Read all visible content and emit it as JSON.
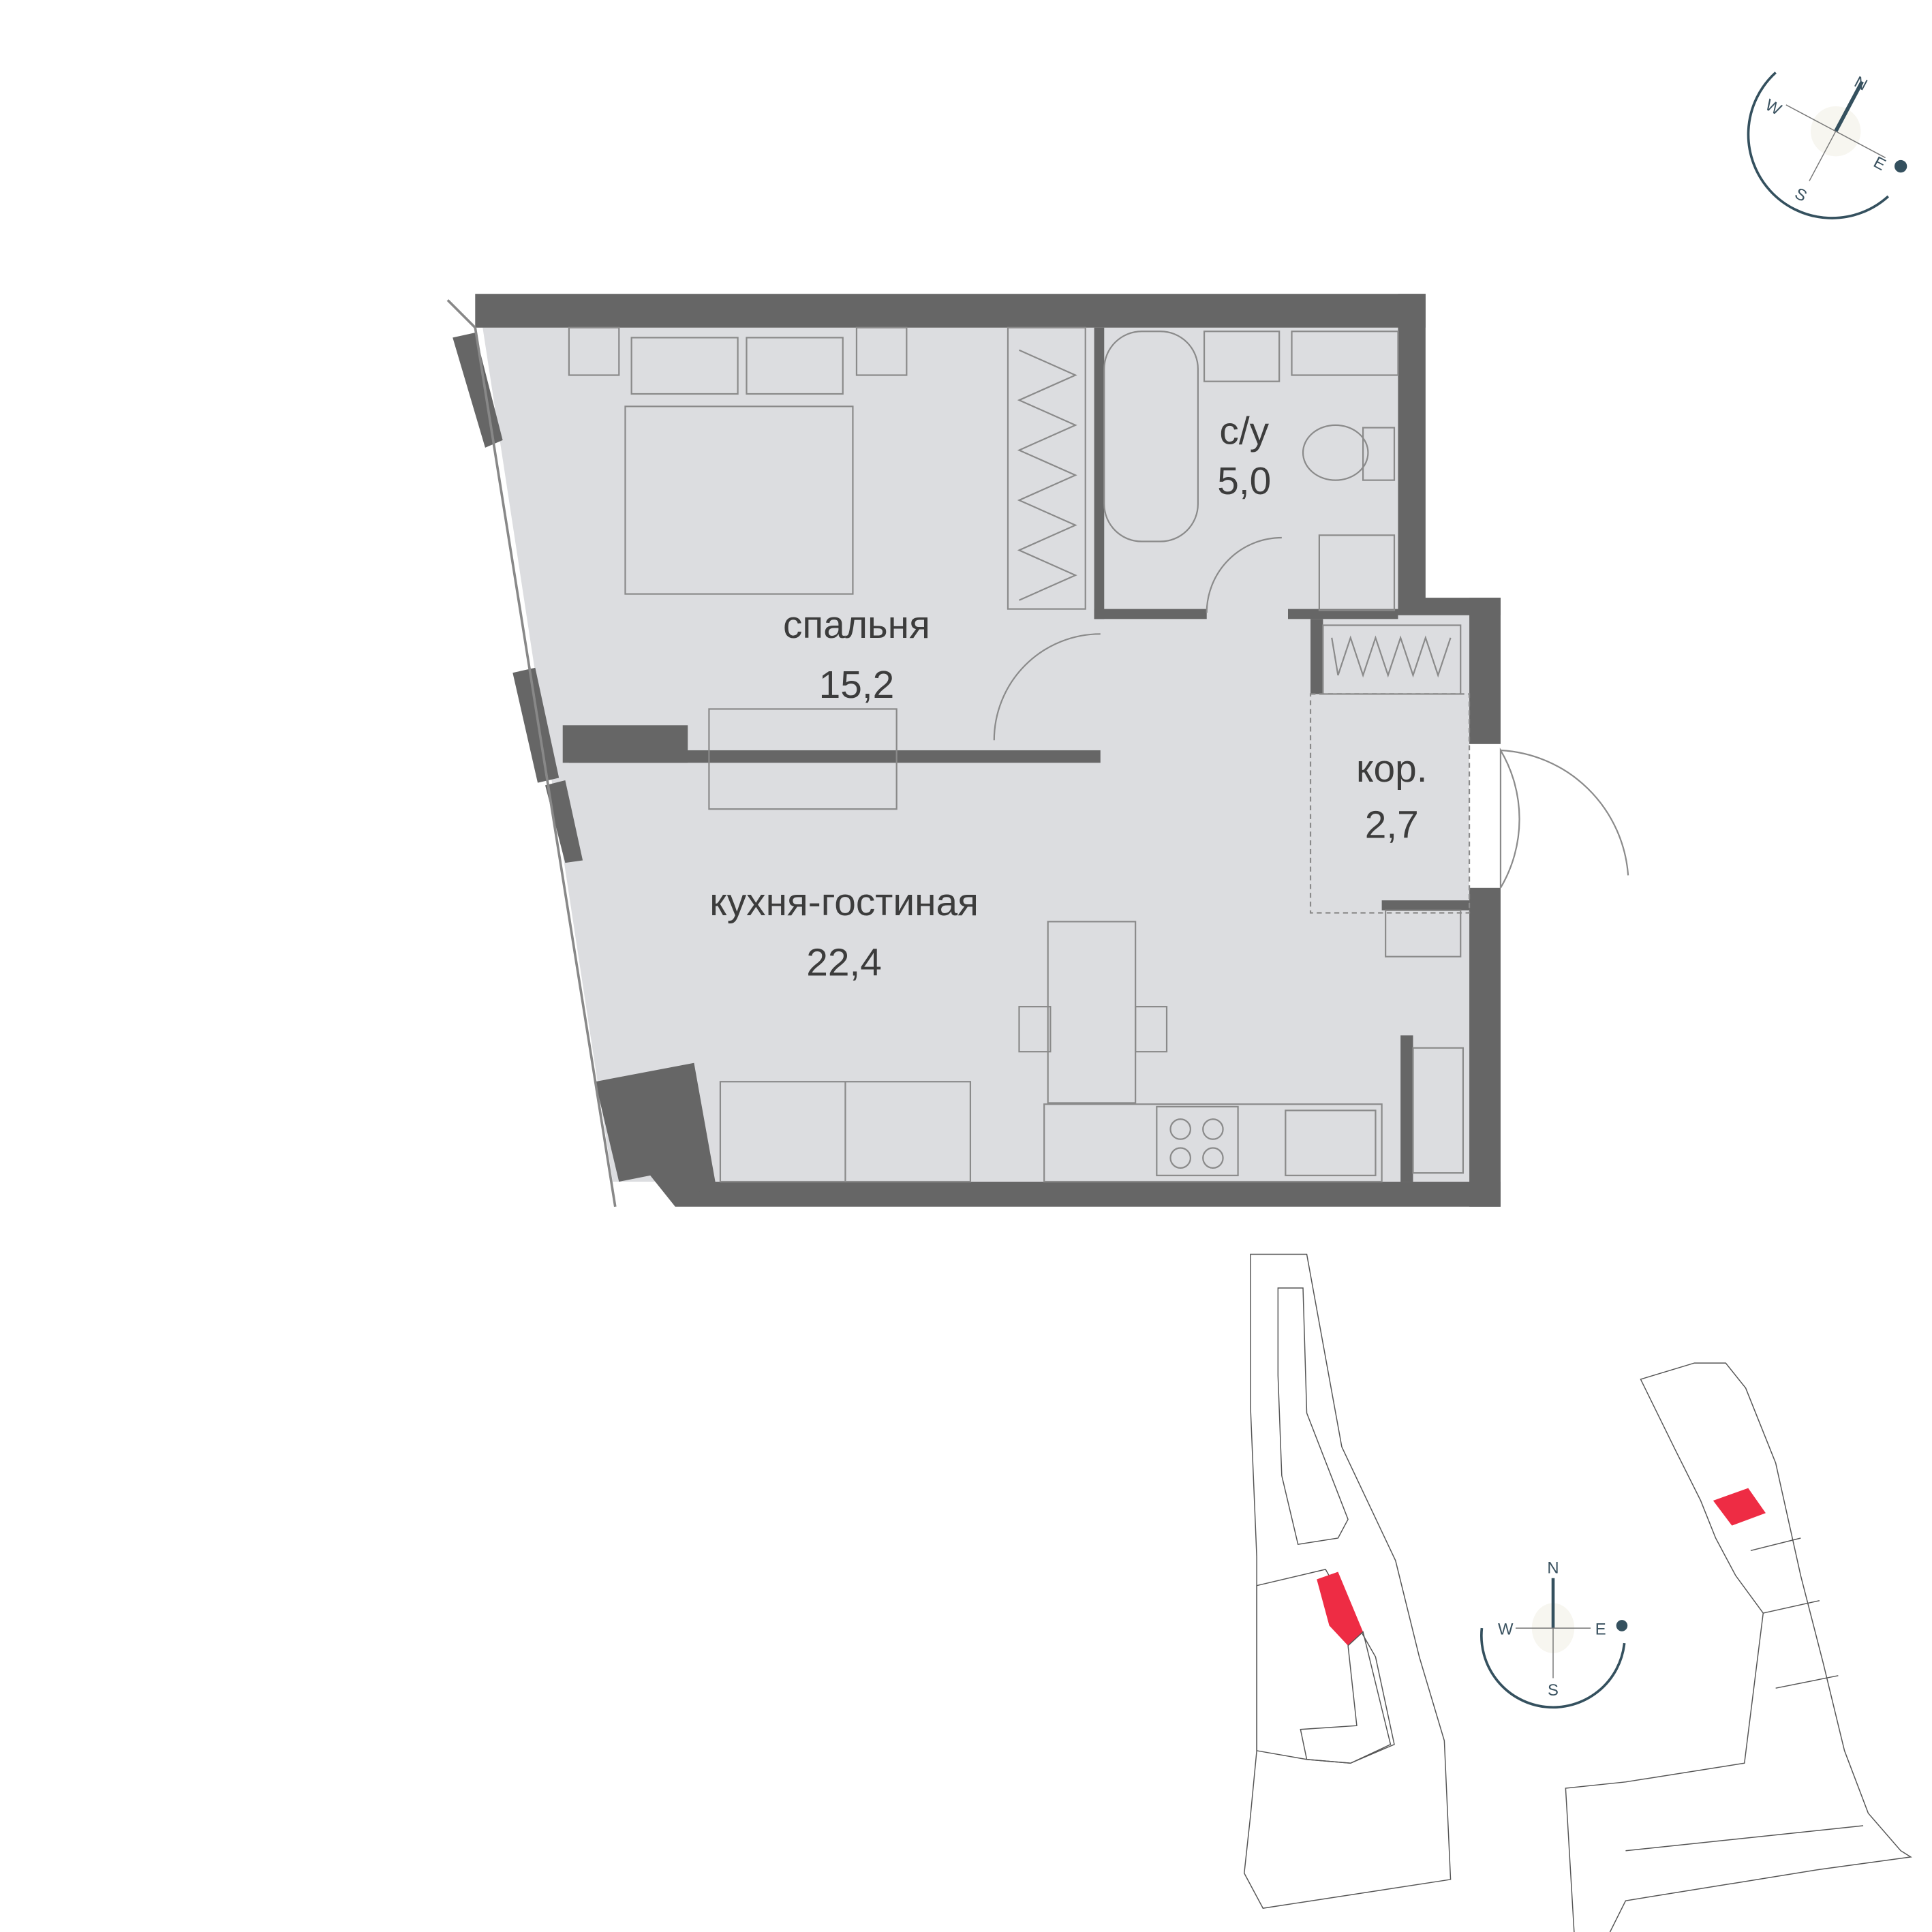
{
  "rooms": [
    {
      "name": "спальня",
      "area": "15,2"
    },
    {
      "name": "с/у",
      "area": "5,0"
    },
    {
      "name": "кор.",
      "area": "2,7"
    },
    {
      "name": "кухня-гостиная",
      "area": "22,4"
    }
  ],
  "compass": {
    "n": "N",
    "s": "S",
    "e": "E",
    "w": "W"
  },
  "colors": {
    "wall": "#666666",
    "floor": "#dcdde0",
    "highlight": "#ee2c44",
    "compass": "#34505e"
  }
}
